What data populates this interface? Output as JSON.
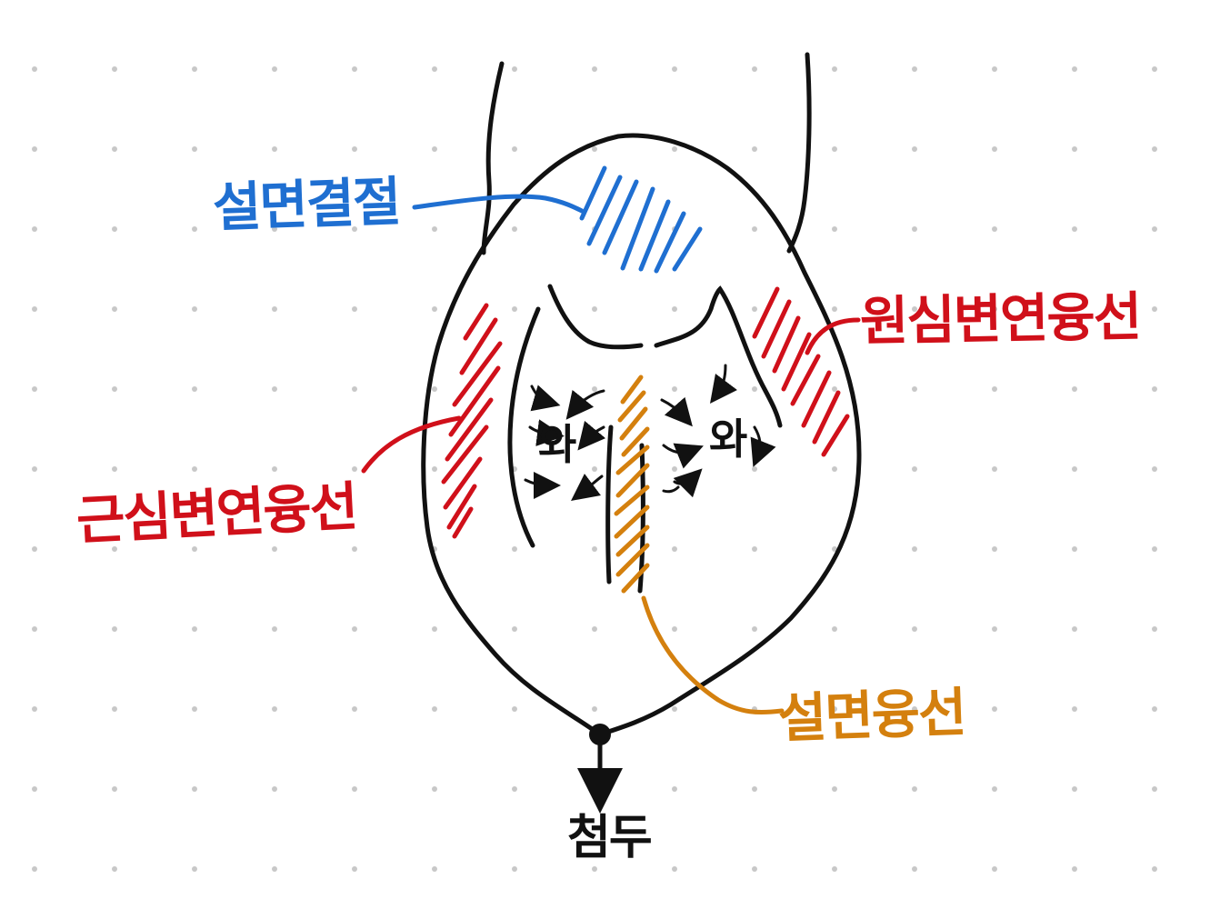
{
  "labels": {
    "blue": "설면결절",
    "red_right": "원심변연융선",
    "red_left": "근심변연융선",
    "orange": "설면융선",
    "black": "첨두"
  },
  "fossa_text": {
    "left": "와",
    "right": "와"
  },
  "colors": {
    "outline": "#111111",
    "blue": "#1f6fd1",
    "red": "#d0101a",
    "orange": "#d4800e",
    "dot_grid": "#c8c8c8"
  },
  "icons": {
    "apex_marker": "filled-circle",
    "apex_arrow": "arrow-down-icon",
    "fossa_arrows": "curved-arrow-icon"
  }
}
